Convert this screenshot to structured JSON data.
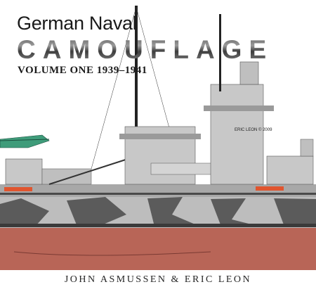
{
  "cover": {
    "subtitle": "German Naval",
    "title": "CAMOUFLAGE",
    "volume": "VOLUME ONE 1939–1941",
    "authors": "JOHN ASMUSSEN & ERIC LEON",
    "illustration_credit": "ERIC LEON © 2009"
  },
  "colors": {
    "hull_red": "#b86557",
    "hull_grey": "#7a7a7a",
    "superstructure": "#c8c8c8",
    "camouflage_dark": "#5b5b5b",
    "boot_top_red": "#e0552f",
    "aircraft_green": "#3f9c7a"
  }
}
